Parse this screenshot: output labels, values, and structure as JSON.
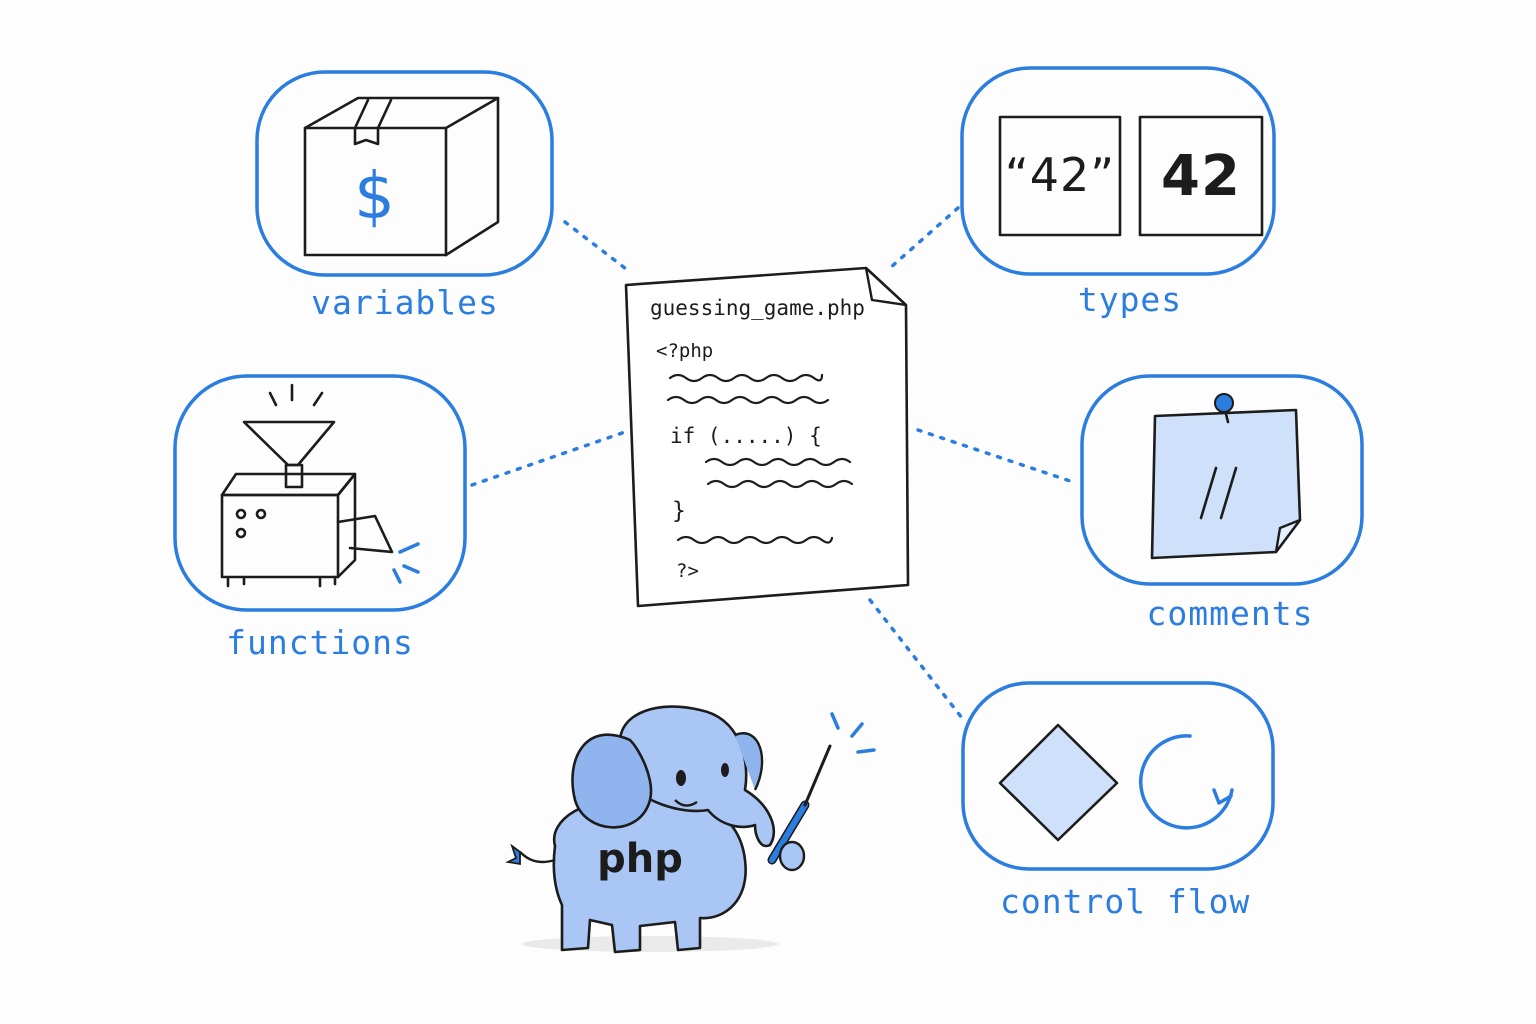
{
  "colors": {
    "accent": "#2b7de0",
    "ink": "#1c1c1c",
    "fill": "#cfe0fa"
  },
  "center_file": {
    "filename": "guessing_game.php",
    "open_tag": "<?php",
    "if_line": "if (.....) {",
    "close_brace": "}",
    "close_tag": "?>"
  },
  "concepts": {
    "variables": {
      "label": "variables",
      "icon": "box-icon",
      "symbol": "$"
    },
    "types": {
      "label": "types",
      "icon": "types-icon",
      "string_value": "“42”",
      "int_value": "42"
    },
    "functions": {
      "label": "functions",
      "icon": "machine-icon"
    },
    "comments": {
      "label": "comments",
      "icon": "sticky-note-icon",
      "symbol": "//"
    },
    "control_flow": {
      "label": "control flow",
      "icon": "flow-icon"
    }
  },
  "mascot": {
    "text": "php",
    "icon": "elephant-mascot"
  }
}
